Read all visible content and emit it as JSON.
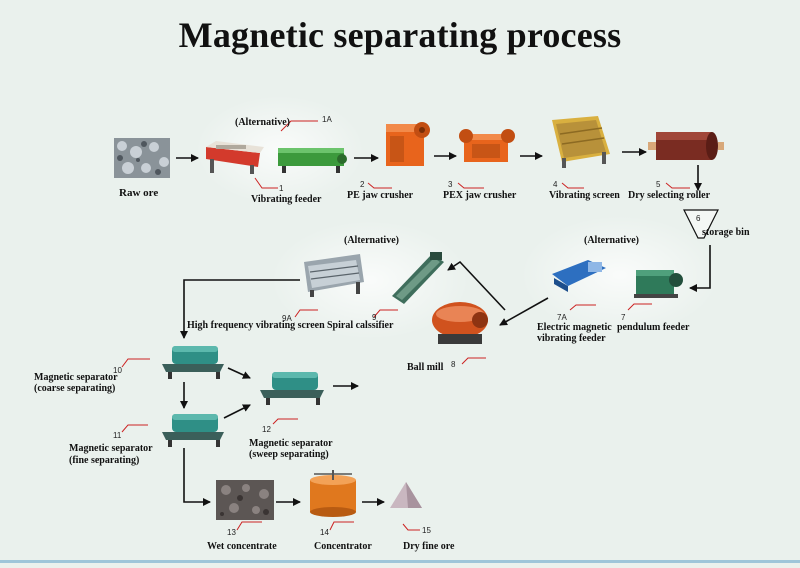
{
  "title": "Magnetic separating process",
  "alternative_label": "(Alternative)",
  "nodes": {
    "raw_ore": {
      "label": "Raw ore"
    },
    "n1": {
      "num": "1",
      "label": "Vibrating feeder"
    },
    "n1a": {
      "num": "1A"
    },
    "n2": {
      "num": "2",
      "label": "PE jaw crusher"
    },
    "n3": {
      "num": "3",
      "label": "PEX jaw crusher"
    },
    "n4": {
      "num": "4",
      "label": "Vibrating screen"
    },
    "n5": {
      "num": "5",
      "label": "Dry selecting roller"
    },
    "n6": {
      "num": "6",
      "label": "storage bin"
    },
    "n7": {
      "num": "7",
      "label": "pendulum feeder"
    },
    "n7a": {
      "num": "7A",
      "label_line1": "Electric magnetic",
      "label_line2": "vibrating feeder"
    },
    "n8": {
      "num": "8",
      "label": "Ball mill"
    },
    "n9": {
      "num": "9",
      "label": "Spiral calssifier"
    },
    "n9a": {
      "num": "9A",
      "label": "High frequency vibrating screen"
    },
    "n10": {
      "num": "10",
      "label_line1": "Magnetic separator",
      "label_line2": "(coarse separating)"
    },
    "n11": {
      "num": "11",
      "label_line1": "Magnetic separator",
      "label_line2": "(fine separating)"
    },
    "n12": {
      "num": "12",
      "label_line1": "Magnetic separator",
      "label_line2": "(sweep separating)"
    },
    "n13": {
      "num": "13",
      "label": "Wet concentrate"
    },
    "n14": {
      "num": "14",
      "label": "Concentrator"
    },
    "n15": {
      "num": "15",
      "label": "Dry fine ore"
    }
  },
  "colors": {
    "background": "#eaf1ed",
    "arrow": "#111111",
    "leader": "#cc2222",
    "crusher_orange": "#e8641c",
    "screen_yellow": "#d9b040",
    "separator_teal": "#2f8f86",
    "feeder_green": "#3c9a3c"
  }
}
